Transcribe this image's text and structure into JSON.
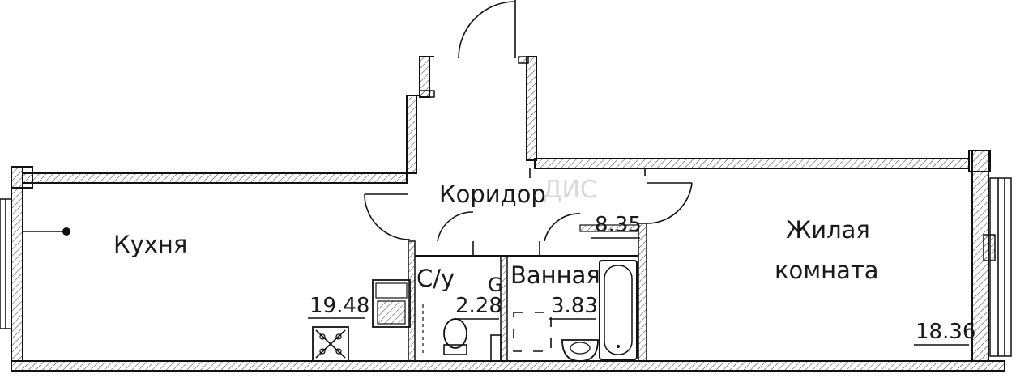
{
  "rooms": {
    "kitchen": {
      "name": "Кухня",
      "area": "19.48"
    },
    "corridor": {
      "name": "Коридор",
      "area": "8.35"
    },
    "wc": {
      "name": "С/у",
      "area": "2.28"
    },
    "bathroom": {
      "name": "Ванная",
      "area": "3.83"
    },
    "living": {
      "name_line1": "Жилая",
      "name_line2": "комната",
      "area": "18.36"
    }
  },
  "fixtures": {
    "wc_marker": "G"
  },
  "watermark": "ДИС"
}
